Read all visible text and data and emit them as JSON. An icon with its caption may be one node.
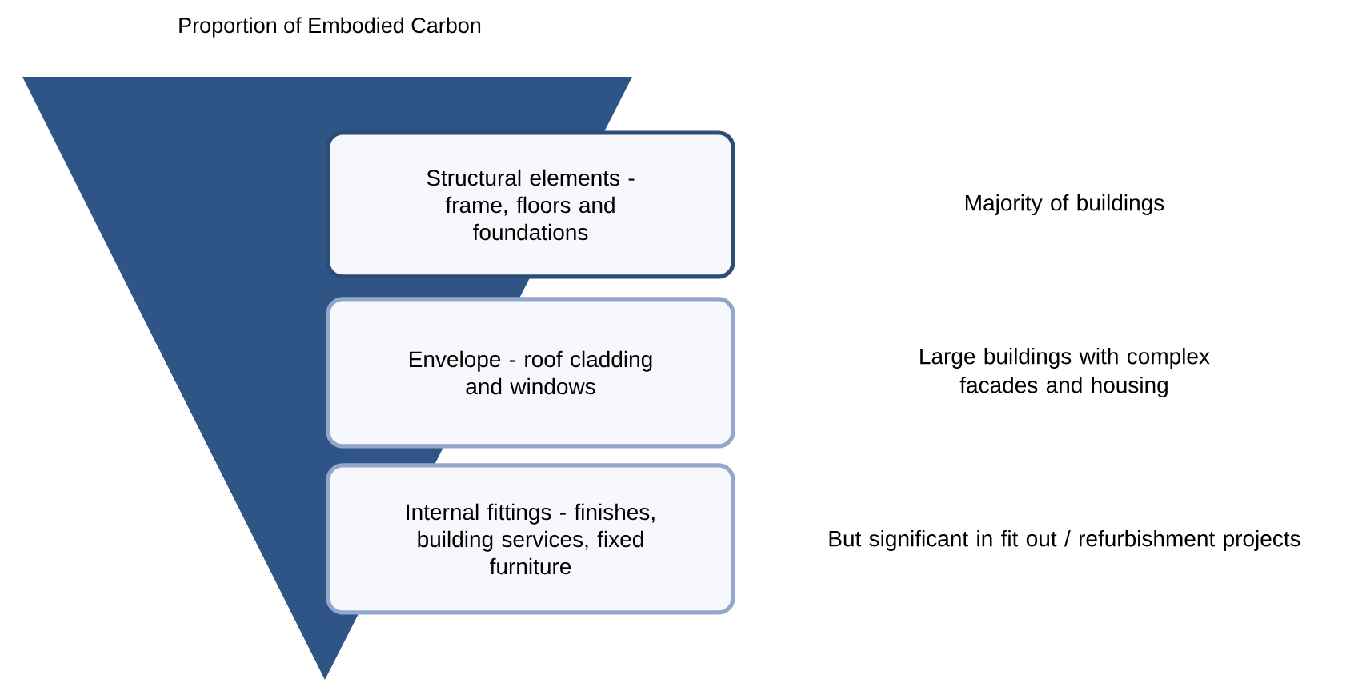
{
  "diagram": {
    "title": "Proportion of Embodied Carbon",
    "nodes": [
      {
        "text": [
          "Structural elements - frame, floors and foundations"
        ]
      },
      {
        "text": [
          "Envelope - roof cladding and windows"
        ]
      },
      {
        "text": [
          "Internal fittings - finishes, building services, fixed furniture"
        ]
      }
    ],
    "labels": [
      "Majority of buildings",
      "Large buildings with complex facades and housing",
      "But significant in fit out / refurbishment projects"
    ]
  }
}
